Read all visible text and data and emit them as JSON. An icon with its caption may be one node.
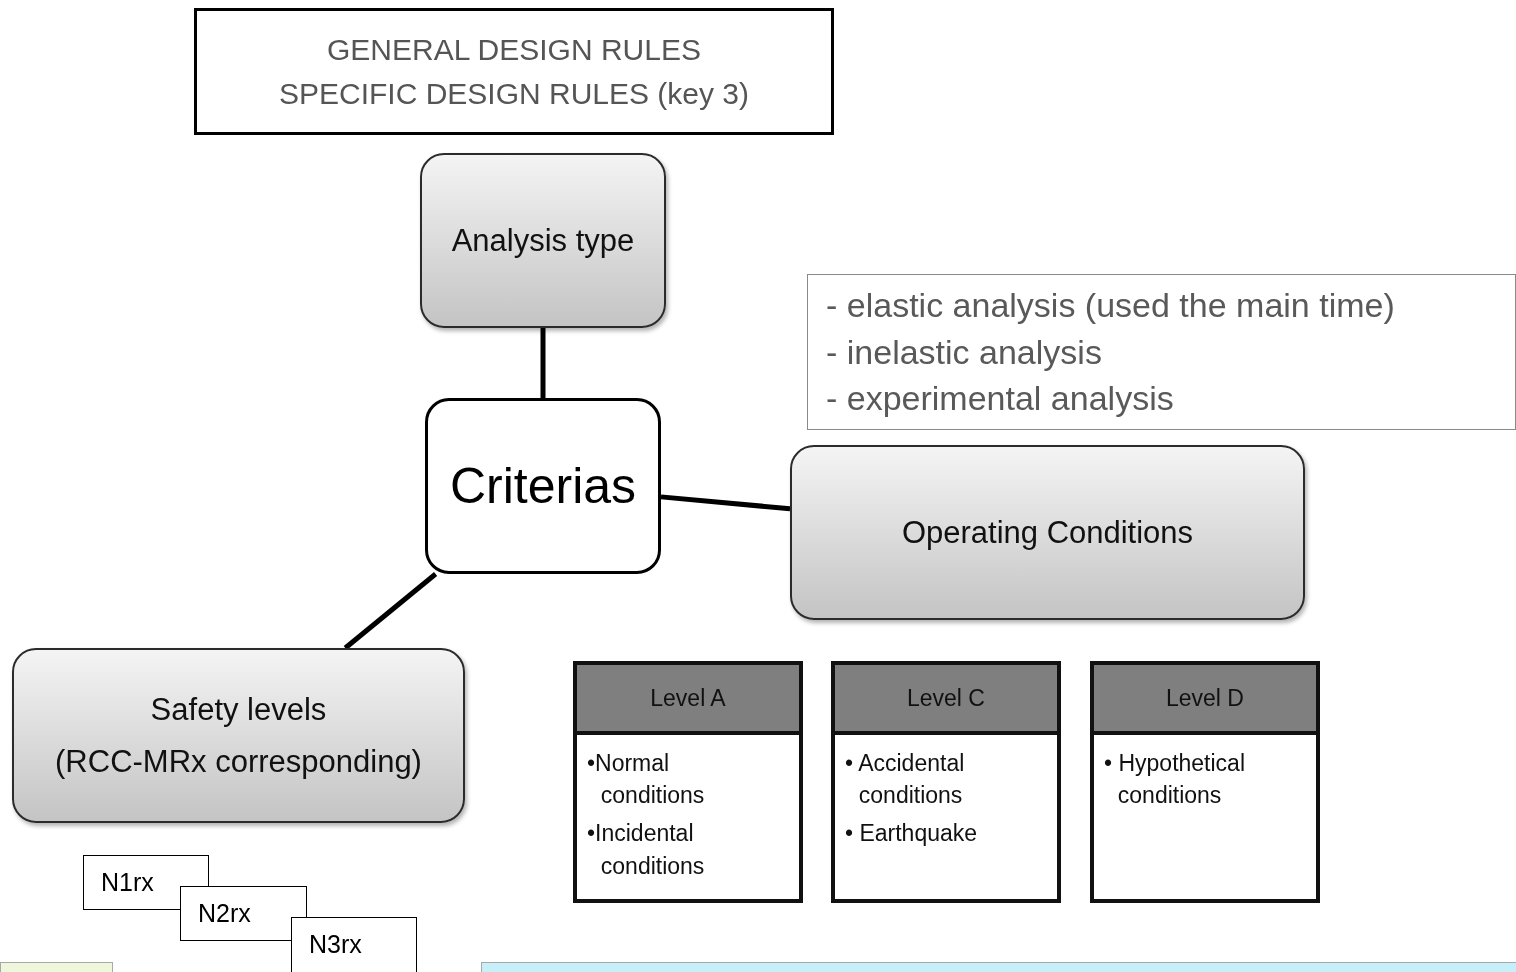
{
  "diagram": {
    "nodes": [
      {
        "text": [
          "GENERAL DESIGN RULES",
          "SPECIFIC DESIGN RULES (key 3)"
        ]
      },
      {
        "text": [
          "Analysis type"
        ]
      },
      {
        "text": [
          "- elastic analysis (used the main time)",
          "- inelastic analysis",
          "- experimental analysis"
        ]
      },
      {
        "text": [
          "Criterias"
        ]
      },
      {
        "text": [
          "Operating Conditions"
        ]
      },
      {
        "text": [
          "Safety levels",
          "(RCC-MRx corresponding)"
        ]
      },
      {
        "text": [
          "Level A",
          "•Normal conditions",
          "•Incidental conditions"
        ]
      },
      {
        "text": [
          "Level C",
          "• Accidental conditions",
          "• Earthquake"
        ]
      },
      {
        "text": [
          "Level D",
          "• Hypothetical conditions"
        ]
      },
      {
        "text": [
          "N1rx"
        ]
      },
      {
        "text": [
          "N2rx"
        ]
      },
      {
        "text": [
          "N3rx"
        ]
      },
      {
        "text": [],
        "shape": "box"
      },
      {
        "text": [],
        "shape": "box"
      }
    ],
    "edges": [
      {
        "from": 1,
        "to": 3,
        "arrow": "none"
      },
      {
        "from": 3,
        "to": 4,
        "arrow": "none"
      },
      {
        "from": 3,
        "to": 5,
        "arrow": "none"
      }
    ]
  }
}
